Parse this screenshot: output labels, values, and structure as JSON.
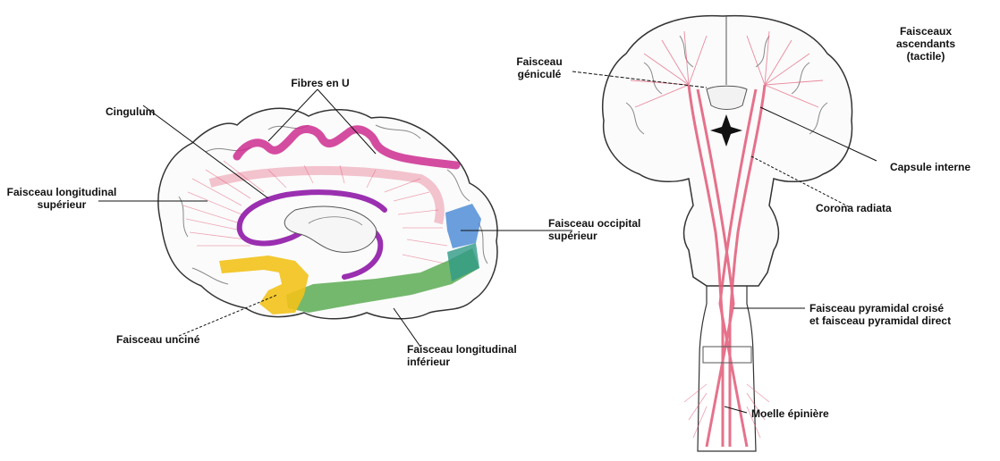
{
  "labels": {
    "fibre_u": "Fibres en U",
    "cingulum": "Cingulum",
    "long_sup": "Faisceau longitudinal\nsupérieur",
    "occ_sup": "Faisceau occipital\nsupérieur",
    "uncinate": "Faisceau unciné",
    "long_inf": "Faisceau longitudinal\ninférieur",
    "genu": "Faisceau\ngéniculé",
    "internal_capsule": "Capsule interne",
    "corona": "Corona radiata",
    "ascending_tracts": "Faisceaux ascendants\n(tactile)",
    "pyramidal": "Faisceau pyramidal croisé\net faisceau pyramidal direct",
    "spinal": "Moelle épinière"
  },
  "colors": {
    "fiber": "#e25a78",
    "cingulum": "#9a2fb0",
    "u_fibers": "#cc2d8f",
    "uncinate": "#f2c21a",
    "long_inf": "#52a84a",
    "occipital": "#3a7fd1",
    "outline": "#333333"
  }
}
